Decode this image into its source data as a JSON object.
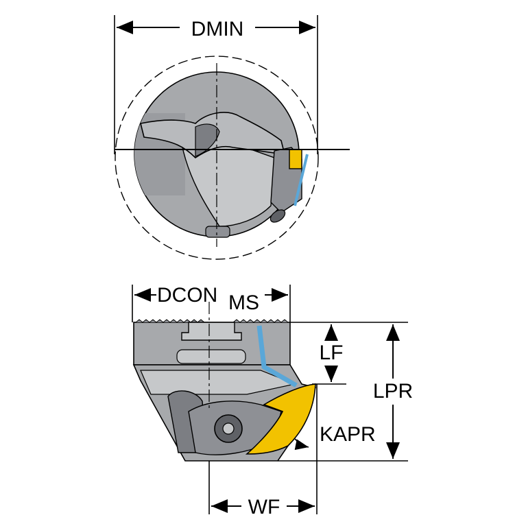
{
  "labels": {
    "dmin": "DMIN",
    "dcon": "DCON",
    "ms": "MS",
    "lf": "LF",
    "lpr": "LPR",
    "kapr": "KAPR",
    "wf": "WF"
  },
  "colors": {
    "body_gray": "#a7a9ac",
    "dark_gray": "#5f6166",
    "light_gray": "#d4d5d7",
    "insert_yellow": "#f2c200",
    "coolant_blue": "#5aa7d8",
    "line": "#000000"
  }
}
